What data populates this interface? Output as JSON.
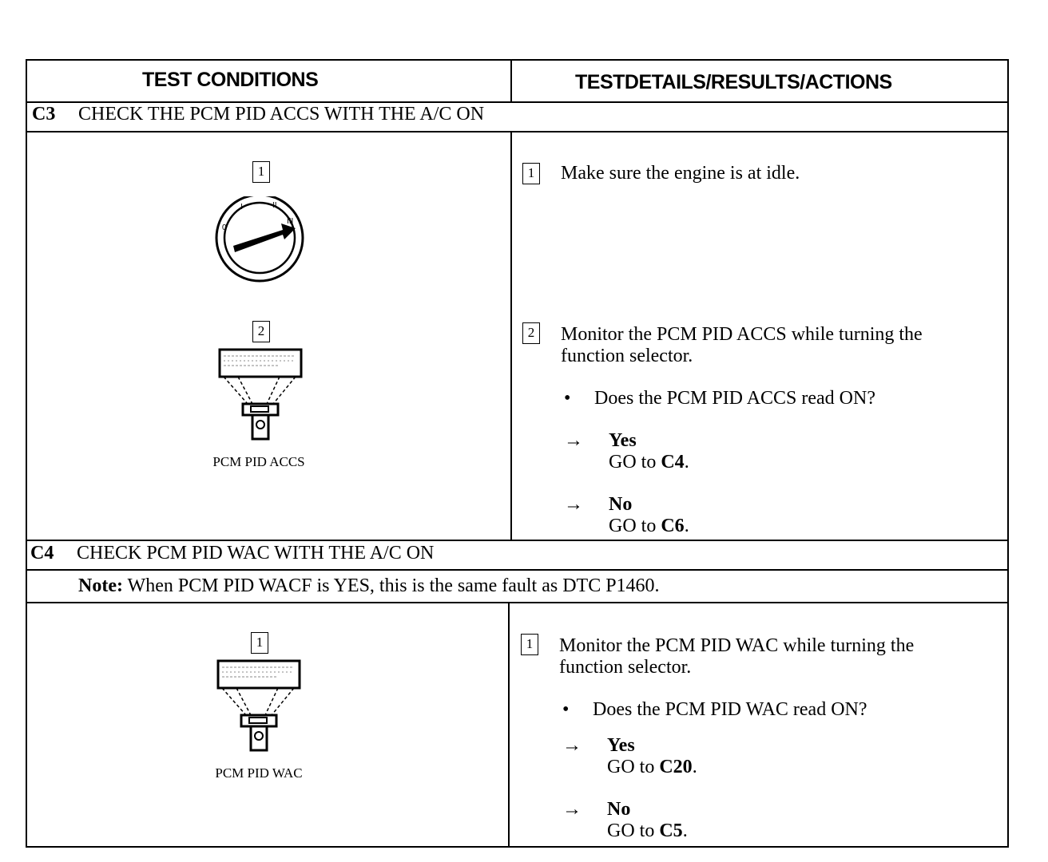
{
  "header": {
    "left": "TEST CONDITIONS",
    "right": "TESTDETAILS/RESULTS/ACTIONS"
  },
  "c3": {
    "code": "C3",
    "title": "CHECK THE PCM PID ACCS WITH THE A/C ON",
    "left": {
      "step1_num": "1",
      "step2_num": "2",
      "caption": "PCM PID ACCS"
    },
    "right": {
      "step1_num": "1",
      "step1_text": "Make sure the engine is at idle.",
      "step2_num": "2",
      "step2_text": "Monitor the PCM PID ACCS while turning the function selector.",
      "bullet": "•",
      "question": "Does the PCM PID ACCS read ON?",
      "arrow": "→",
      "yes_label": "Yes",
      "yes_go_prefix": "GO to",
      "yes_go_target": "C4",
      "no_label": "No",
      "no_go_prefix": "GO to",
      "no_go_target": "C6"
    }
  },
  "c4": {
    "code": "C4",
    "title": "CHECK PCM PID WAC WITH THE A/C ON",
    "note_label": "Note:",
    "note_text": "When PCM PID WACF is YES, this is the same fault as DTC P1460.",
    "left": {
      "step1_num": "1",
      "caption": "PCM PID WAC"
    },
    "right": {
      "step1_num": "1",
      "step1_text": "Monitor the PCM PID WAC while turning the function selector.",
      "bullet": "•",
      "question": "Does the PCM PID WAC read ON?",
      "arrow": "→",
      "yes_label": "Yes",
      "yes_go_prefix": "GO to",
      "yes_go_target": "C20",
      "no_label": "No",
      "no_go_prefix": "GO to",
      "no_go_target": "C5"
    }
  },
  "icons": {
    "ignition": "ignition-switch-icon",
    "scan_tool": "scan-tool-icon"
  }
}
